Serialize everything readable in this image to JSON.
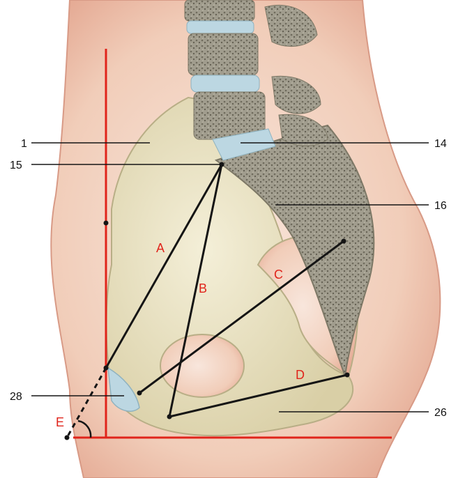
{
  "labels": {
    "l1": "1",
    "l14": "14",
    "l15": "15",
    "l16": "16",
    "l26": "26",
    "l28": "28",
    "A": "A",
    "B": "B",
    "C": "C",
    "D": "D",
    "E": "E"
  },
  "colors": {
    "skin": "#f1c7b2",
    "skin_edge": "#d89a86",
    "bone": "#eae2c3",
    "bone_shade": "#cfc6a0",
    "vertebra": "#8f8a7a",
    "disc": "#bcd7e2",
    "reference_line": "#e0241b",
    "measure_line": "#151515"
  }
}
